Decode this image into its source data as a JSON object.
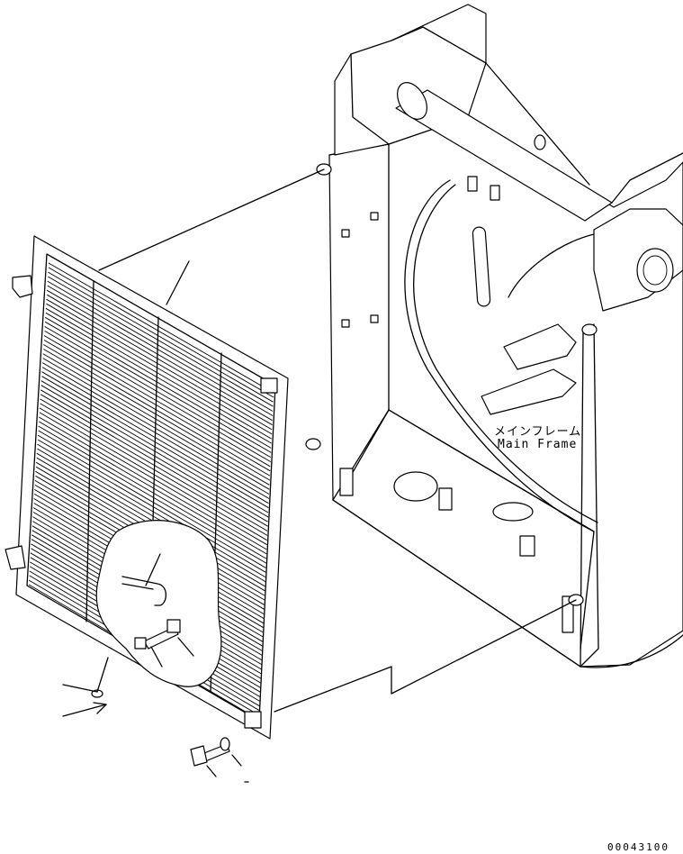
{
  "labels": {
    "main_frame_jp": "メインフレーム",
    "main_frame_en": "Main Frame"
  },
  "drawing_number": "00043100",
  "colors": {
    "line": "#000000",
    "background": "#ffffff"
  },
  "icons": [
    "arrow-icon"
  ]
}
